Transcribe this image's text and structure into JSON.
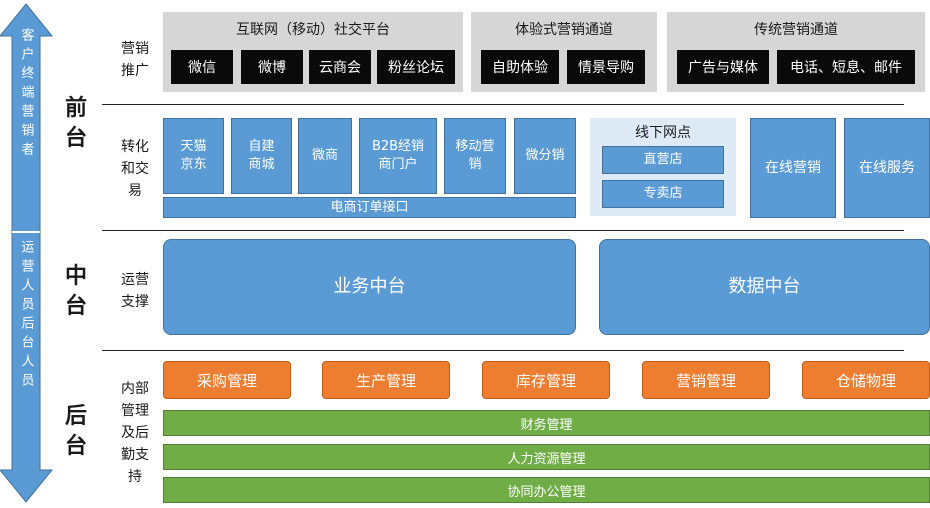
{
  "side_arrow": {
    "top_text": "客户终端营销者",
    "bottom_text": "运营人员后台人员"
  },
  "tiers": {
    "front": "前\n台",
    "middle": "中\n台",
    "back": "后\n台"
  },
  "row_labels": {
    "marketing": "营销\n推广",
    "conversion": "转化\n和交\n易",
    "operations": "运营\n支撑",
    "internal": "内部\n管理\n及后\n勤支\n持"
  },
  "marketing_groups": [
    {
      "title": "互联网（移动）社交平台",
      "items": [
        "微信",
        "微博",
        "云商会",
        "粉丝论坛"
      ]
    },
    {
      "title": "体验式营销通道",
      "items": [
        "自助体验",
        "情景导购"
      ]
    },
    {
      "title": "传统营销通道",
      "items": [
        "广告与媒体",
        "电话、短息、邮件"
      ]
    }
  ],
  "conversion": {
    "channels": [
      "天猫\n京东",
      "自建\n商城",
      "微商",
      "B2B经销\n商门户",
      "移动营\n销",
      "微分销"
    ],
    "order_interface": "电商订单接口",
    "offline": {
      "title": "线下网点",
      "items": [
        "直营店",
        "专卖店"
      ]
    },
    "online_marketing": "在线营销",
    "online_service": "在线服务"
  },
  "operations": {
    "business": "业务中台",
    "data": "数据中台"
  },
  "internal": {
    "orange": [
      "采购管理",
      "生产管理",
      "库存管理",
      "营销管理",
      "仓储物理"
    ],
    "green": [
      "财务管理",
      "人力资源管理",
      "协同办公管理"
    ]
  }
}
